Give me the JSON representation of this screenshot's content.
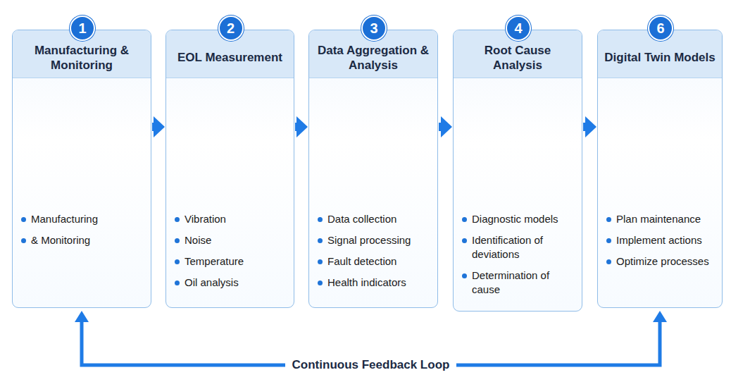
{
  "diagram": {
    "nodes": [
      {
        "text": [
          "Manufacturing & Monitoring",
          "Manufacturing",
          "& Monitoring"
        ]
      },
      {
        "text": [
          "1"
        ],
        "in": 0
      },
      {
        "text": [
          "EOL Measurement",
          "Vibration",
          "Noise",
          "Temperature",
          "Oil analysis"
        ]
      },
      {
        "text": [
          "2"
        ],
        "in": 2
      },
      {
        "text": [
          "Data Aggregation & Analysis",
          "Data collection",
          "Signal processing",
          "Fault detection",
          "Health indicators"
        ]
      },
      {
        "text": [
          "3"
        ],
        "in": 4
      },
      {
        "text": [
          "Root Cause Analysis",
          "Diagnostic models",
          "Identification of deviations",
          "Determination of cause"
        ]
      },
      {
        "text": [
          "4"
        ],
        "in": 6
      },
      {
        "text": [
          "Digital Twin Models",
          "Plan maintenance",
          "Implement actions",
          "Optimize processes"
        ]
      },
      {
        "text": [
          "6"
        ],
        "in": 8
      }
    ],
    "edges": [
      {
        "from": 0,
        "to": 2,
        "arrow": "to"
      },
      {
        "from": 2,
        "to": 4,
        "arrow": "to"
      },
      {
        "from": 4,
        "to": 6,
        "arrow": "to"
      },
      {
        "from": 6,
        "to": 8,
        "arrow": "to"
      },
      {
        "from": 8,
        "to": 0,
        "label": "Continuous Feedback Loop",
        "arrow": "both"
      }
    ]
  }
}
